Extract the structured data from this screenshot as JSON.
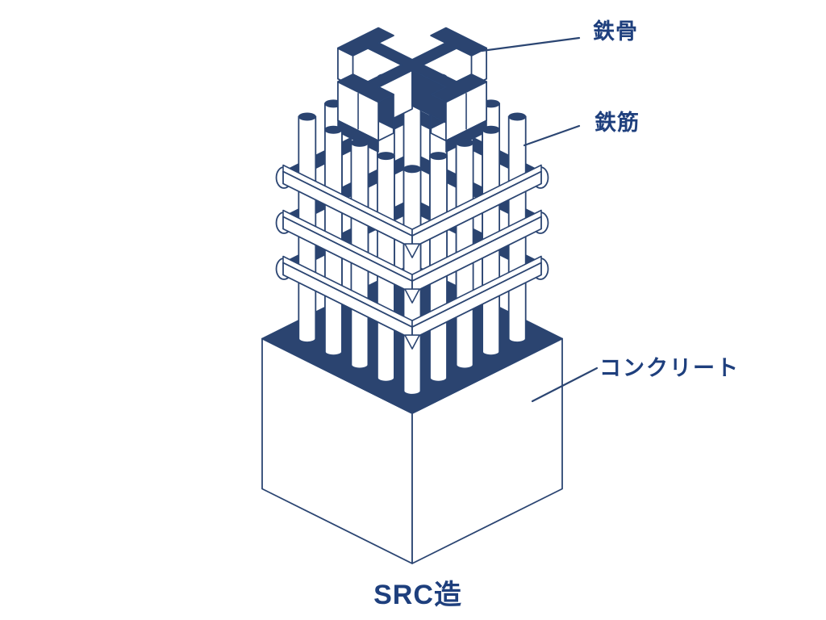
{
  "diagram": {
    "title": "SRC造",
    "labels": {
      "steel_frame": "鉄骨",
      "rebar": "鉄筋",
      "concrete": "コンクリート"
    },
    "parts": [
      {
        "name": "steel-frame",
        "label": "鉄骨"
      },
      {
        "name": "rebar",
        "label": "鉄筋"
      },
      {
        "name": "concrete",
        "label": "コンクリート"
      }
    ],
    "colors": {
      "navy": "#2b4470",
      "line": "#2b4572",
      "text": "#1e3f7d",
      "background": "#ffffff"
    }
  }
}
